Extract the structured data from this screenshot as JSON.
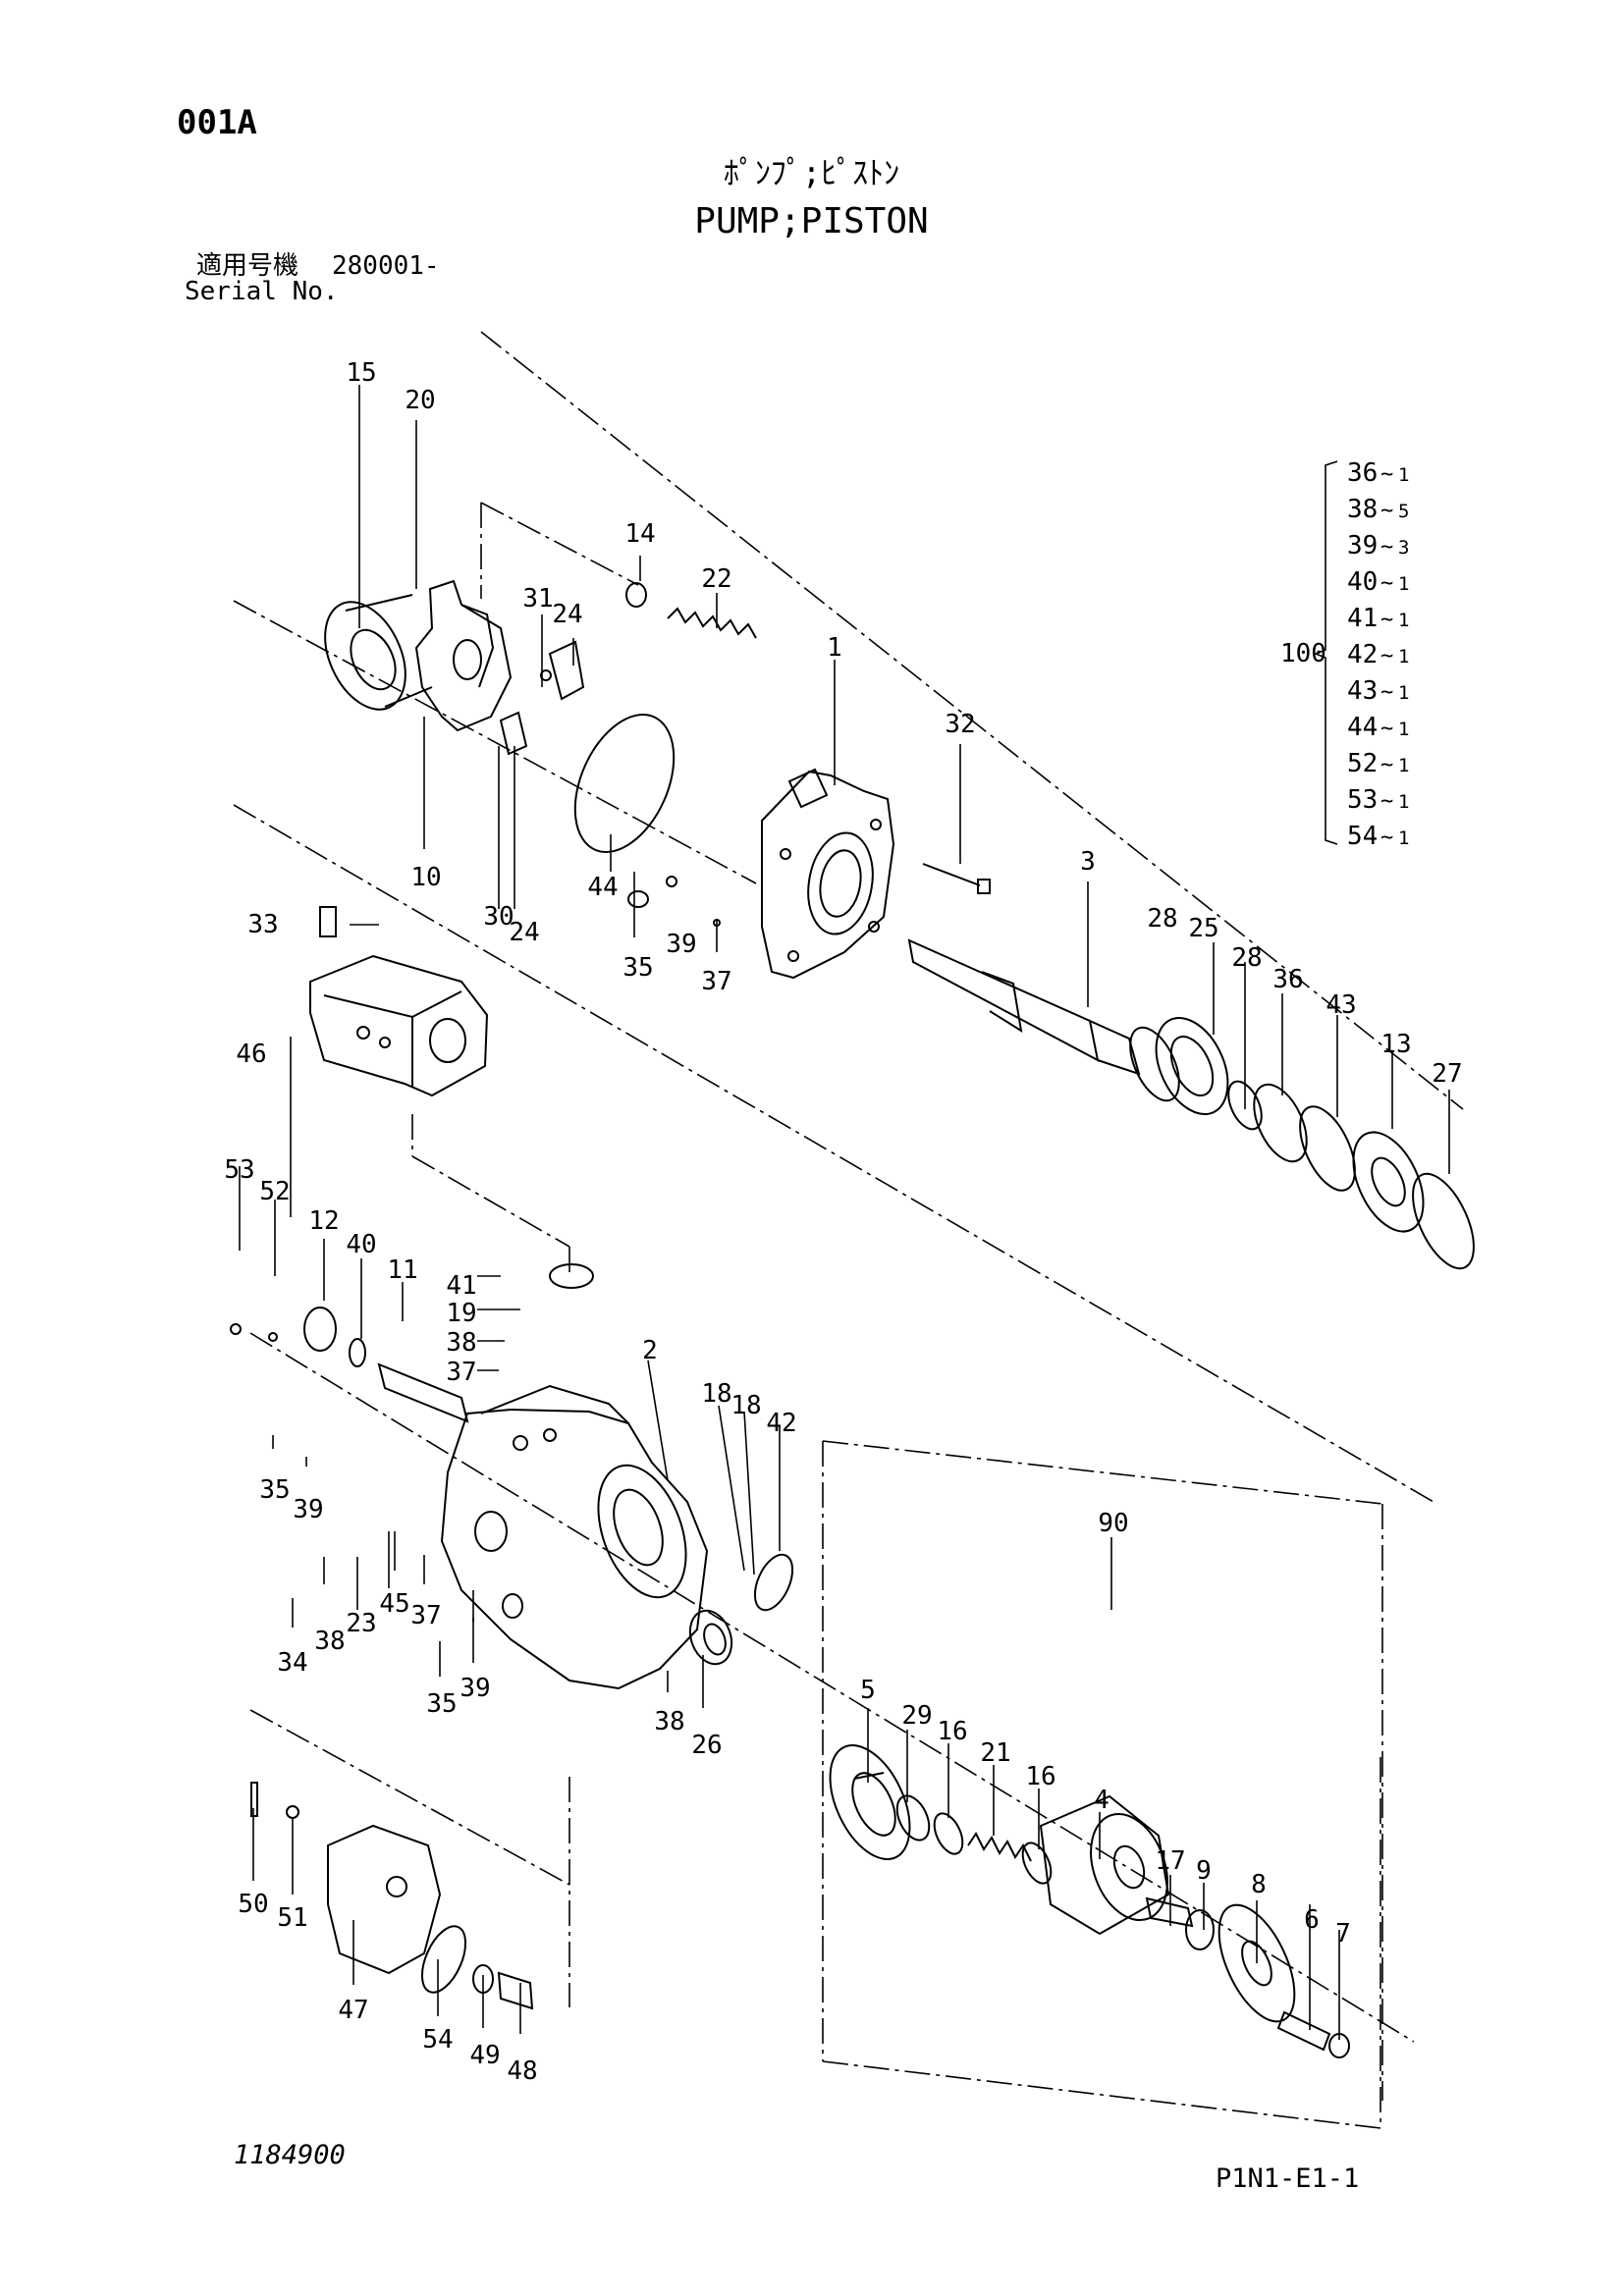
{
  "header": {
    "page_code": "001A",
    "title_jp": "ﾎﾟﾝﾌﾟ;ﾋﾟｽﾄﾝ",
    "title_en": "PUMP;PISTON",
    "serial_label_jp": "適用号機",
    "serial_value": "280001-",
    "serial_label_en": "Serial No."
  },
  "footer": {
    "drawing_number": "1184900",
    "page_ref": "P1N1-E1-1"
  },
  "kit": {
    "id": "100",
    "items": [
      {
        "part": "36",
        "qty": "1"
      },
      {
        "part": "38",
        "qty": "5"
      },
      {
        "part": "39",
        "qty": "3"
      },
      {
        "part": "40",
        "qty": "1"
      },
      {
        "part": "41",
        "qty": "1"
      },
      {
        "part": "42",
        "qty": "1"
      },
      {
        "part": "43",
        "qty": "1"
      },
      {
        "part": "44",
        "qty": "1"
      },
      {
        "part": "52",
        "qty": "1"
      },
      {
        "part": "53",
        "qty": "1"
      },
      {
        "part": "54",
        "qty": "1"
      }
    ]
  },
  "callouts": {
    "c15": "15",
    "c20": "20",
    "c14": "14",
    "c22": "22",
    "c31": "31",
    "c24a": "24",
    "c1": "1",
    "c32": "32",
    "c10": "10",
    "c30": "30",
    "c24b": "24",
    "c44": "44",
    "c33": "33",
    "c39a": "39",
    "c35a": "35",
    "c37a": "37",
    "c3": "3",
    "c28a": "28",
    "c25": "25",
    "c28b": "28",
    "c36": "36",
    "c43": "43",
    "c13": "13",
    "c27": "27",
    "c46": "46",
    "c53": "53",
    "c52": "52",
    "c12": "12",
    "c40": "40",
    "c11": "11",
    "c41": "41",
    "c19": "19",
    "c38a": "38",
    "c37b": "37",
    "c2": "2",
    "c18a": "18",
    "c18b": "18",
    "c42": "42",
    "c35b": "35",
    "c39b": "39",
    "c45": "45",
    "c37c": "37",
    "c23": "23",
    "c34": "34",
    "c38b": "38",
    "c35c": "35",
    "c39c": "39",
    "c38c": "38",
    "c26": "26",
    "c90": "90",
    "c5": "5",
    "c29": "29",
    "c16a": "16",
    "c21": "21",
    "c16b": "16",
    "c4": "4",
    "c17": "17",
    "c9": "9",
    "c8": "8",
    "c6": "6",
    "c7": "7",
    "c50": "50",
    "c51": "51",
    "c47": "47",
    "c54": "54",
    "c49": "49",
    "c48": "48"
  }
}
